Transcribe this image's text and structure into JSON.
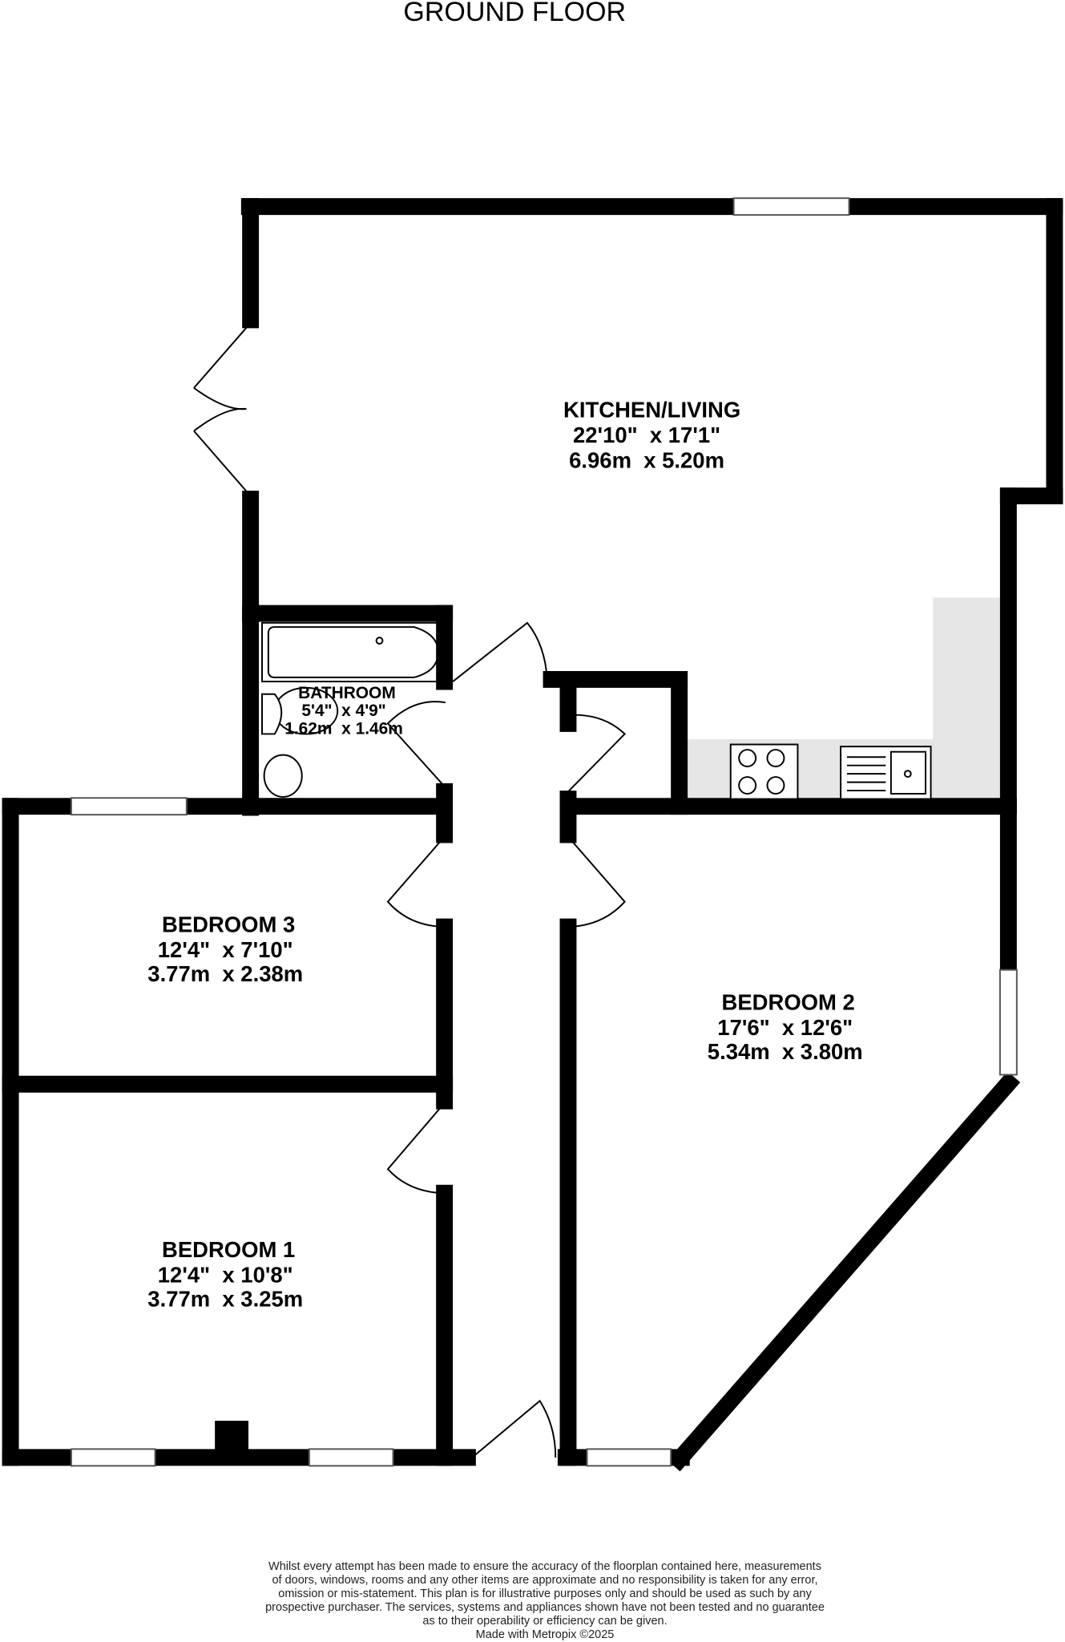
{
  "title": "GROUND FLOOR",
  "rooms": [
    {
      "name": "KITCHEN/LIVING",
      "imperial": "22'10\"  x 17'1\"",
      "metric": "6.96m  x 5.20m"
    },
    {
      "name": "BATHROOM",
      "imperial": "5'4\"  x 4'9\"",
      "metric": "1.62m  x 1.46m"
    },
    {
      "name": "BEDROOM 3",
      "imperial": "12'4\"  x 7'10\"",
      "metric": "3.77m  x 2.38m"
    },
    {
      "name": "BEDROOM 2",
      "imperial": "17'6\"  x 12'6\"",
      "metric": "5.34m  x 3.80m"
    },
    {
      "name": "BEDROOM 1",
      "imperial": "12'4\"  x 10'8\"",
      "metric": "3.77m  x 3.25m"
    }
  ],
  "disclaimer": [
    "Whilst every attempt has been made to ensure the accuracy of the floorplan contained here, measurements",
    "of doors, windows, rooms and any other items are approximate and no responsibility is taken for any error,",
    "omission or mis-statement. This plan is for illustrative purposes only and should be used as such by any",
    "prospective purchaser. The services, systems and appliances shown have not been tested and no guarantee",
    "as to their operability or efficiency can be given."
  ],
  "credit": "Made with Metropix ©2025",
  "colors": {
    "wall": "#000000",
    "kitchen_counter": "#e6e6e6"
  }
}
